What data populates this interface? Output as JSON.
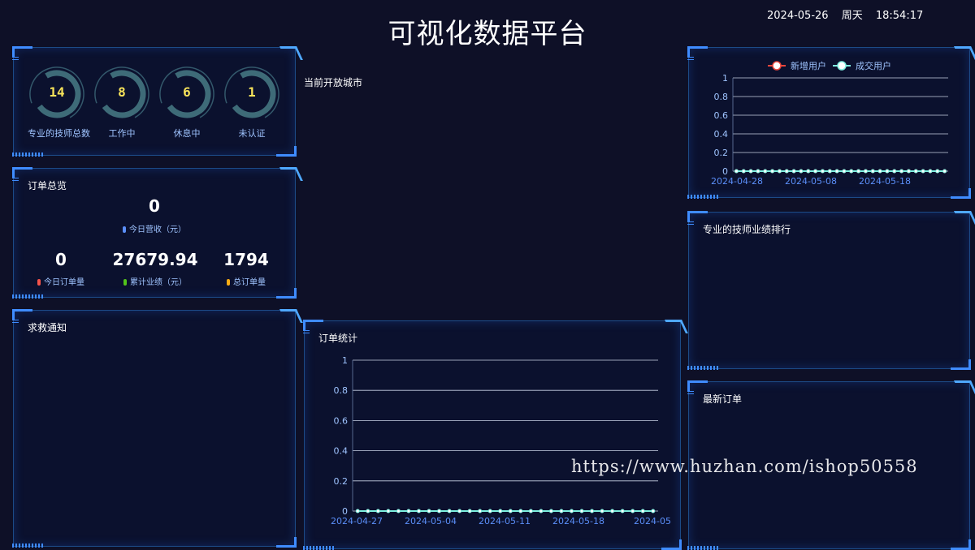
{
  "header": {
    "title": "可视化数据平台",
    "date": "2024-05-26",
    "weekday": "周天",
    "time": "18:54:17"
  },
  "tech_stats": [
    {
      "value": "14",
      "label": "专业的技师总数"
    },
    {
      "value": "8",
      "label": "工作中"
    },
    {
      "value": "6",
      "label": "休息中"
    },
    {
      "value": "1",
      "label": "未认证"
    }
  ],
  "order_overview": {
    "title": "订单总览",
    "today_revenue": {
      "value": "0",
      "label": "今日营收（元）",
      "color": "#5b8ff9"
    },
    "today_orders": {
      "value": "0",
      "label": "今日订单量",
      "color": "#f5534a"
    },
    "cumulative": {
      "value": "27679.94",
      "label": "累计业绩（元）",
      "color": "#52c41a"
    },
    "total_orders": {
      "value": "1794",
      "label": "总订单量",
      "color": "#faad14"
    }
  },
  "rescue": {
    "title": "求救通知"
  },
  "city": {
    "title": "当前开放城市"
  },
  "ranking": {
    "title": "专业的技师业绩排行"
  },
  "latest_orders": {
    "title": "最新订单"
  },
  "chart_data": [
    {
      "type": "line",
      "title": "",
      "series": [
        {
          "name": "新增用户",
          "color": "#e8453c",
          "values": [
            0,
            0,
            0,
            0,
            0,
            0,
            0,
            0,
            0,
            0,
            0,
            0,
            0,
            0,
            0,
            0,
            0,
            0,
            0,
            0,
            0,
            0,
            0,
            0,
            0,
            0,
            0,
            0,
            0,
            0
          ]
        },
        {
          "name": "成交用户",
          "color": "#7ef0e0",
          "values": [
            0,
            0,
            0,
            0,
            0,
            0,
            0,
            0,
            0,
            0,
            0,
            0,
            0,
            0,
            0,
            0,
            0,
            0,
            0,
            0,
            0,
            0,
            0,
            0,
            0,
            0,
            0,
            0,
            0,
            0
          ]
        }
      ],
      "x_ticks": [
        "2024-04-28",
        "2024-05-08",
        "2024-05-18"
      ],
      "y_ticks": [
        "0",
        "0.2",
        "0.4",
        "0.6",
        "0.8",
        "1"
      ],
      "ylim": [
        0,
        1
      ],
      "legend": "top-center",
      "grid": true
    },
    {
      "type": "line",
      "title": "订单统计",
      "series": [
        {
          "color": "#7ef0e0",
          "values": [
            0,
            0,
            0,
            0,
            0,
            0,
            0,
            0,
            0,
            0,
            0,
            0,
            0,
            0,
            0,
            0,
            0,
            0,
            0,
            0,
            0,
            0,
            0,
            0,
            0,
            0,
            0,
            0,
            0,
            0
          ]
        }
      ],
      "x_ticks": [
        "2024-04-27",
        "2024-05-04",
        "2024-05-11",
        "2024-05-18",
        "2024-05"
      ],
      "y_ticks": [
        "0",
        "0.2",
        "0.4",
        "0.6",
        "0.8",
        "1"
      ],
      "ylim": [
        0,
        1
      ],
      "grid": true
    }
  ],
  "watermark": "https://www.huzhan.com/ishop50558"
}
